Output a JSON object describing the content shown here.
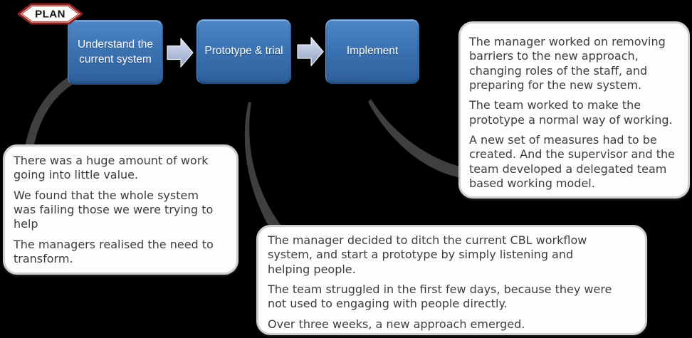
{
  "badge": {
    "label": "PLAN"
  },
  "flow": {
    "steps": [
      "Understand the current system",
      "Prototype & trial",
      "Implement"
    ]
  },
  "callouts": {
    "left": {
      "paragraphs": [
        "There was a huge amount of work going into little value.",
        "We found that the whole system was failing those we were trying to help",
        "The managers realised the need to transform."
      ]
    },
    "bottom": {
      "paragraphs": [
        "The manager decided to ditch the current CBL workflow system, and start a prototype by simply listening and helping people.",
        "The team struggled in the first few days, because they were not used to engaging with people directly.",
        "Over three weeks, a new approach emerged."
      ]
    },
    "right": {
      "paragraphs": [
        "The manager worked on removing barriers to the new approach, changing roles of the staff, and preparing for the new system.",
        "The team worked to make the prototype a normal way of working.",
        "A new set of measures had to be created. And the supervisor and the team developed a delegated team based working model."
      ]
    }
  },
  "colors": {
    "step_fill_top": "#4e86c6",
    "step_fill_bottom": "#2e5f9c",
    "arrow_fill_top": "#dde3f1",
    "arrow_fill_bottom": "#8fa0c6",
    "connector": "#3f3f3f",
    "badge_border": "#8e1f1f",
    "badge_inner_border": "#c0504d",
    "callout_border": "#cfcfcf",
    "callout_text": "#3d3d3d",
    "background": "#000000"
  }
}
